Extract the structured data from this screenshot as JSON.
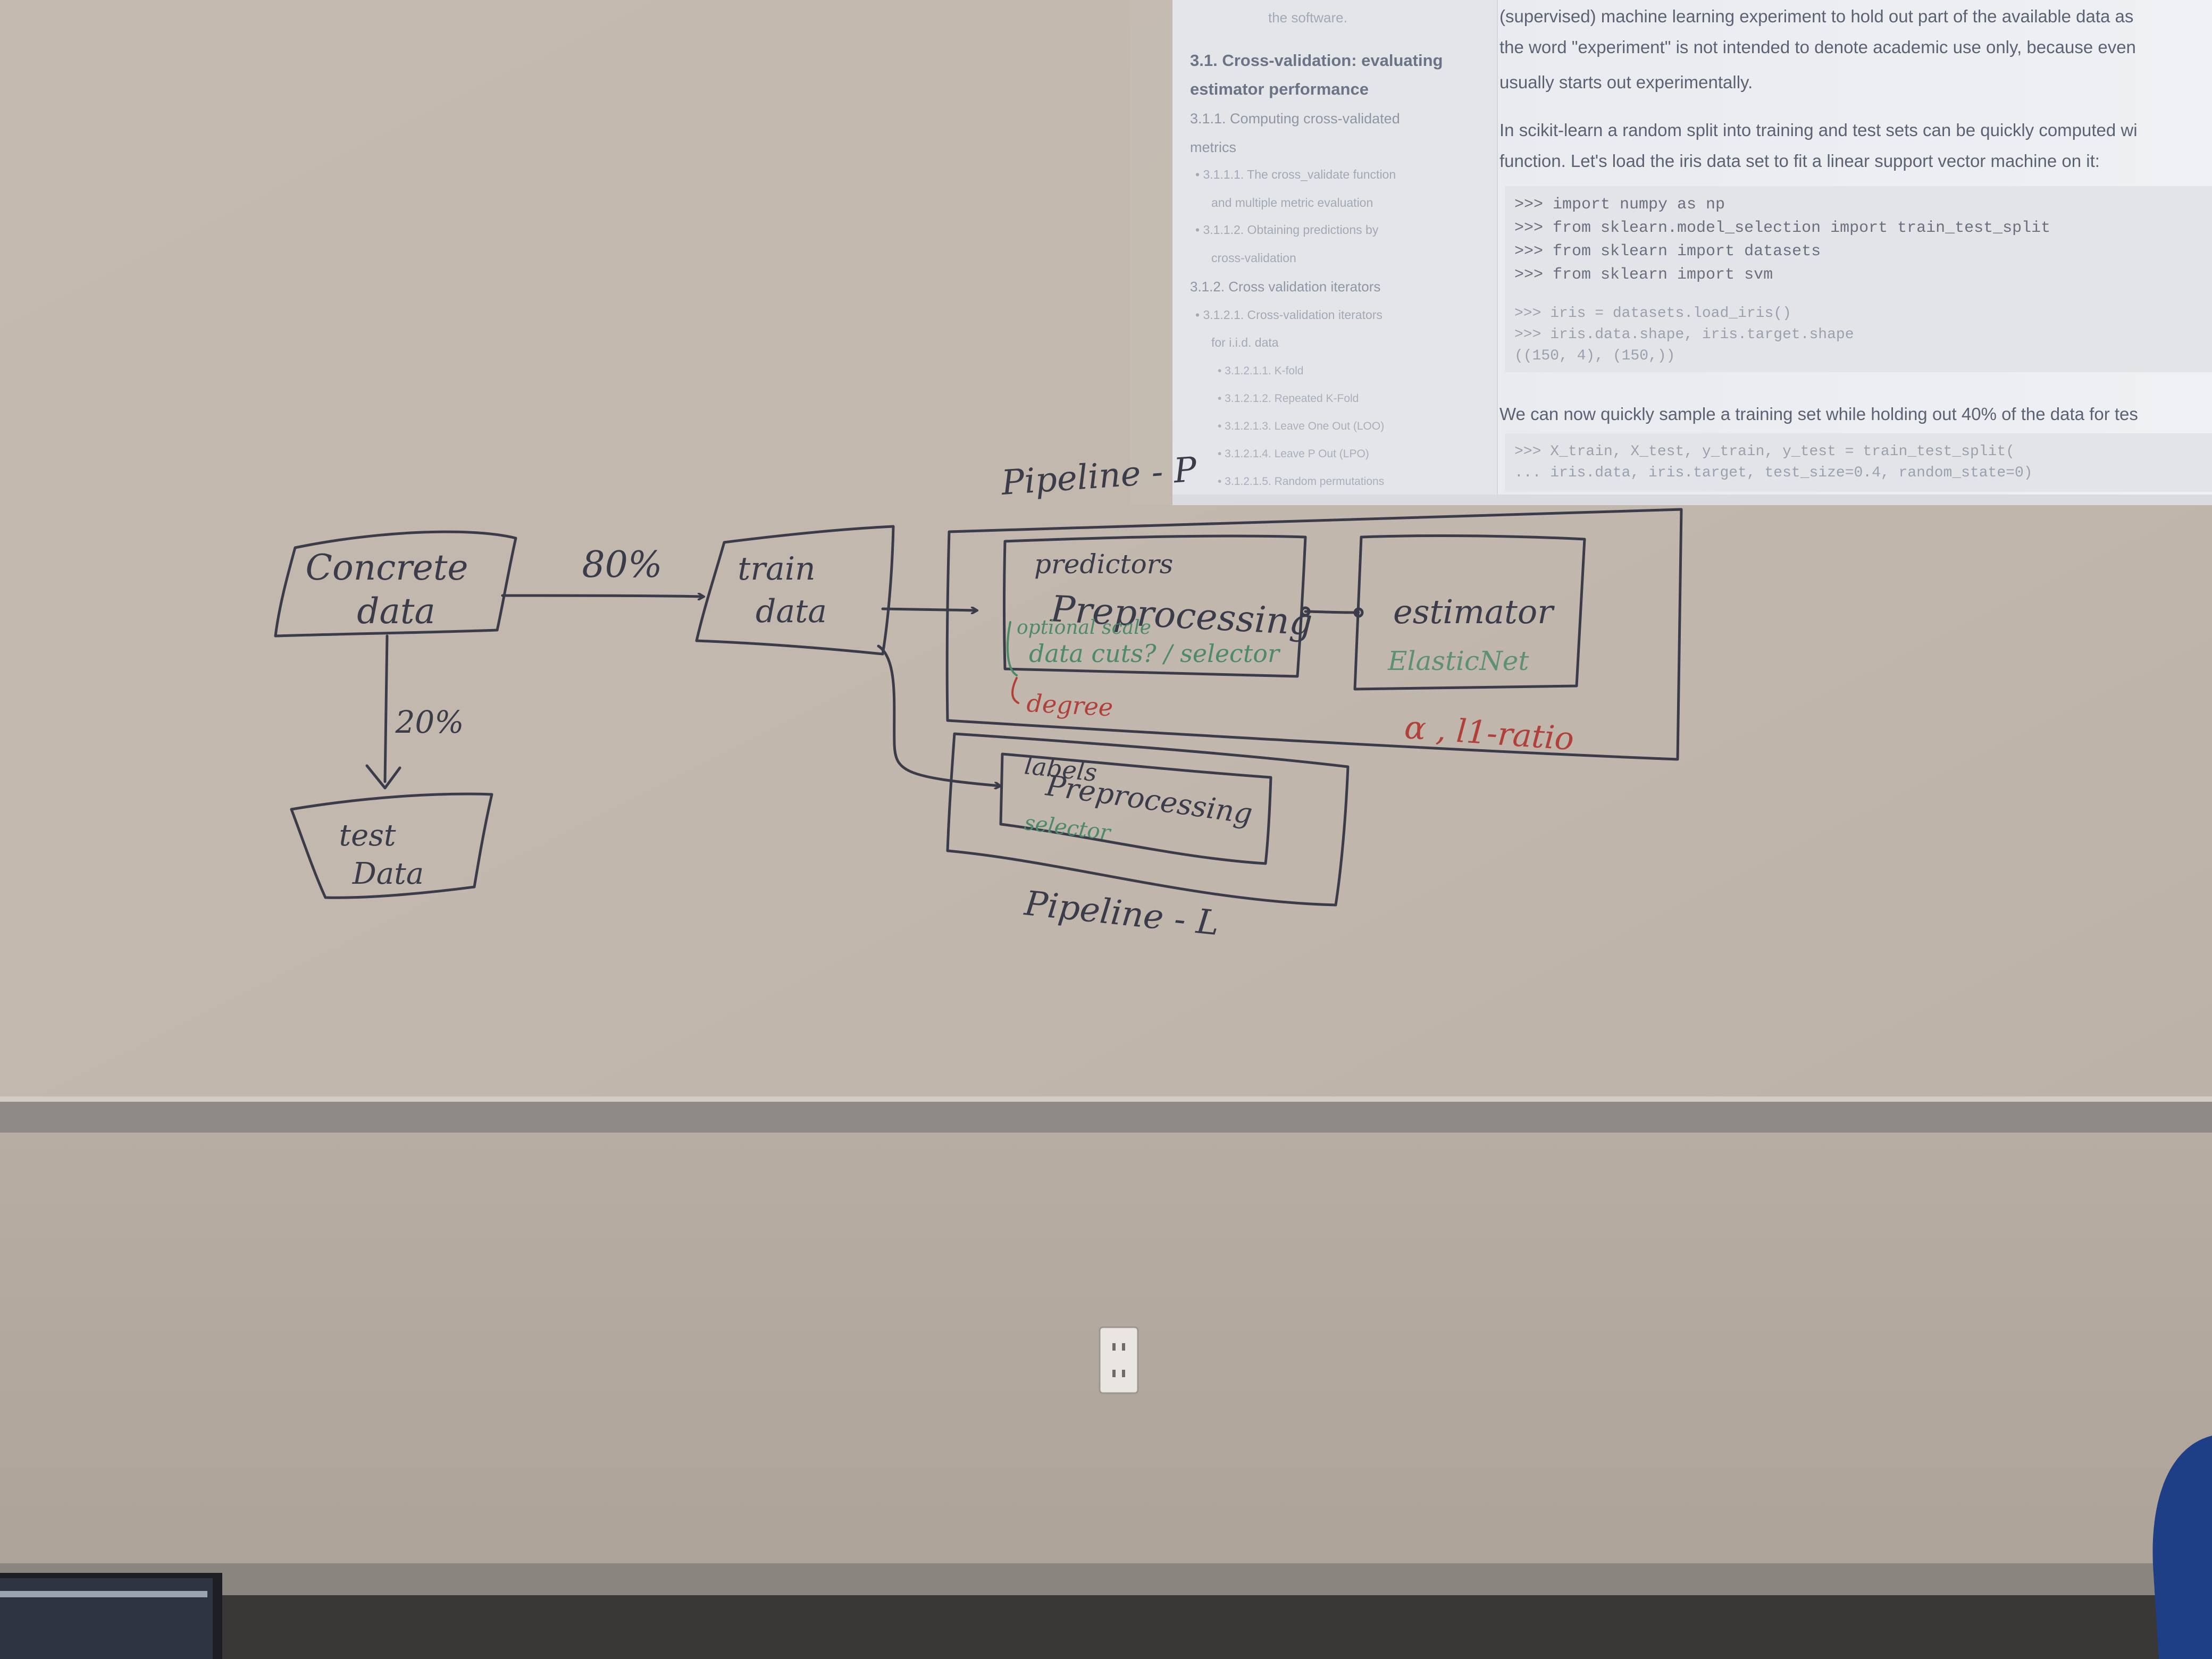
{
  "colors": {
    "board": "#c2b8ae",
    "wall": "#b6aca2",
    "ink_dark": "#3a3c4a",
    "ink_green": "#4d8a6a",
    "ink_red": "#b0403a",
    "projection_bg": "#e6e8ec"
  },
  "whiteboard": {
    "concrete": "Concrete\ndata",
    "split_train": "80%",
    "split_test": "20%",
    "train": "train\ndata",
    "test": "test\nData",
    "pipeline_p": "Pipeline - P",
    "pipeline_l": "Pipeline - L",
    "predictors": "predictors",
    "preprocessing_p": "Preprocessing",
    "scale_note": "optional scale",
    "datacuts_note": "data cuts? / selector",
    "degree_note": "degree",
    "estimator": "estimator",
    "elasticnet": "ElasticNet",
    "params": "α , l1-ratio",
    "labels": "labels",
    "preprocessing_l": "Preprocessing",
    "selector_l": "selector"
  },
  "projection": {
    "sidebar": {
      "top_link": "the software.",
      "section_title": "3.1. Cross-validation: evaluating estimator performance",
      "items": [
        "3.1.1. Computing cross-validated metrics",
        "3.1.1.1. The cross_validate function and multiple metric evaluation",
        "3.1.1.2. Obtaining predictions by cross-validation",
        "3.1.2. Cross validation iterators",
        "3.1.2.1. Cross-validation iterators for i.i.d. data",
        "3.1.2.1.1. K-fold",
        "3.1.2.1.2. Repeated K-Fold",
        "3.1.2.1.3. Leave One Out (LOO)",
        "3.1.2.1.4. Leave P Out (LPO)",
        "3.1.2.1.5. Random permutations"
      ]
    },
    "main": {
      "para1_line1": "(supervised) machine learning experiment to hold out part of the available data as",
      "para1_line2": "the word \"experiment\" is not intended to denote academic use only, because even",
      "para1_line3": "usually starts out experimentally.",
      "para2_line1": "In scikit-learn a random split into training and test sets can be quickly computed wi",
      "para2_line2": "function. Let's load the iris data set to fit a linear support vector machine on it:",
      "code1": [
        ">>> import numpy as np",
        ">>> from sklearn.model_selection import train_test_split",
        ">>> from sklearn import datasets",
        ">>> from sklearn import svm"
      ],
      "code2": [
        ">>> iris = datasets.load_iris()",
        ">>> iris.data.shape, iris.target.shape",
        "((150, 4), (150,))"
      ],
      "para3": "We can now quickly sample a training set while holding out 40% of the data for tes",
      "code3": [
        ">>> X_train, X_test, y_train, y_test = train_test_split(",
        "...     iris.data, iris.target, test_size=0.4, random_state=0)"
      ]
    }
  }
}
